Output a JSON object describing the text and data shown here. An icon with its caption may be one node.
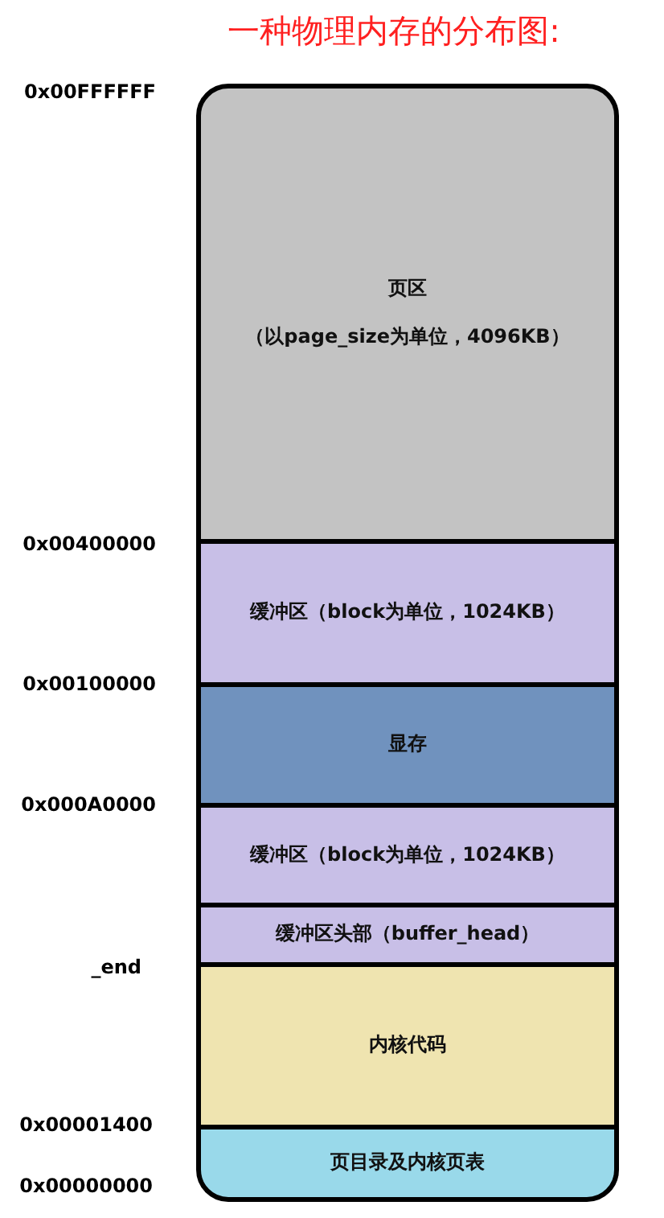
{
  "diagram": {
    "title": "一种物理内存的分布图:",
    "nodes": [
      {
        "text": [
          "页区",
          "（以page_size为单位，4096KB）"
        ]
      },
      {
        "text": [
          "缓冲区（block为单位，1024KB）"
        ]
      },
      {
        "text": [
          "显存"
        ]
      },
      {
        "text": [
          "缓冲区（block为单位，1024KB）"
        ]
      },
      {
        "text": [
          "缓冲区头部（buffer_head）"
        ]
      },
      {
        "text": [
          "内核代码"
        ]
      },
      {
        "text": [
          "页目录及内核页表"
        ]
      }
    ],
    "labels": [
      "0x00FFFFFF",
      "0x00400000",
      "0x00100000",
      "0x000A0000",
      "_end",
      "0x00001400",
      "0x00000000"
    ]
  }
}
